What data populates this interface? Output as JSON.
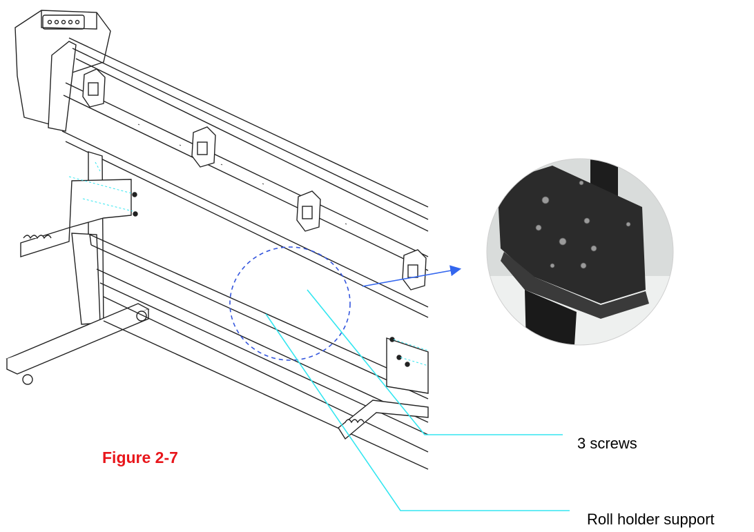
{
  "figure": {
    "caption": "Figure 2-7",
    "caption_color": "#e8161b"
  },
  "callouts": {
    "screws": "3 screws",
    "roll_holder_support": "Roll holder support"
  },
  "colors": {
    "line_art": "#222222",
    "callout_line": "#33e6f0",
    "highlight_circle": "#3355dd",
    "arrow": "#3366ee",
    "bracket_photo": "#2b2b2b"
  }
}
